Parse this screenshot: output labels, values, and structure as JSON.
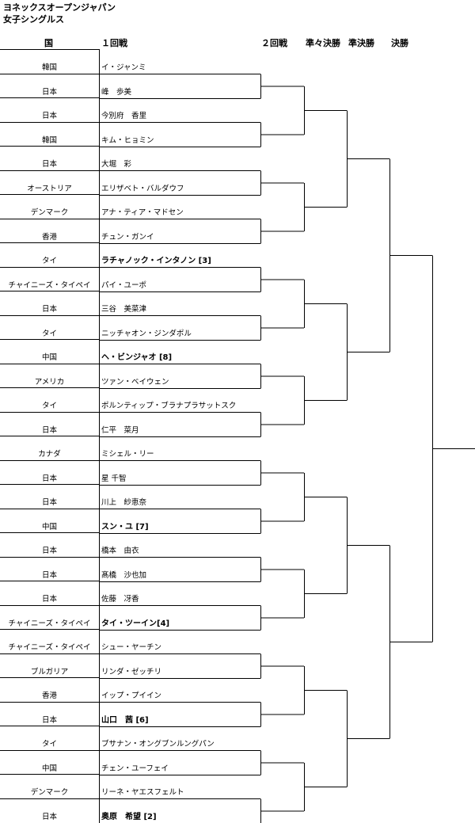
{
  "title": {
    "line1": "ヨネックスオープンジャパン",
    "line2": "女子シングルス"
  },
  "headers": {
    "country": "国",
    "round1": "１回戦",
    "round2": "２回戦",
    "quarterfinal": "準々決勝",
    "semifinal": "準決勝",
    "final": "決勝"
  },
  "entries": [
    {
      "country": "韓国",
      "player": "イ・ジャンミ",
      "seed": false
    },
    {
      "country": "日本",
      "player": "峰　歩美",
      "seed": false
    },
    {
      "country": "日本",
      "player": "今別府　香里",
      "seed": false
    },
    {
      "country": "韓国",
      "player": "キム・ヒョミン",
      "seed": false
    },
    {
      "country": "日本",
      "player": "大堀　彩",
      "seed": false
    },
    {
      "country": "オーストリア",
      "player": "エリザベト・バルダウフ",
      "seed": false
    },
    {
      "country": "デンマーク",
      "player": "アナ・ティア・マドセン",
      "seed": false
    },
    {
      "country": "香港",
      "player": "チュン・ガンイ",
      "seed": false
    },
    {
      "country": "タイ",
      "player": "ラチャノック・インタノン [3]",
      "seed": true
    },
    {
      "country": "チャイニーズ・タイペイ",
      "player": "パイ・ユーポ",
      "seed": false
    },
    {
      "country": "日本",
      "player": "三谷　美菜津",
      "seed": false
    },
    {
      "country": "タイ",
      "player": "ニッチャオン・ジンダポル",
      "seed": false
    },
    {
      "country": "中国",
      "player": "ヘ・ビンジャオ [8]",
      "seed": true
    },
    {
      "country": "アメリカ",
      "player": "ツァン・ベイウェン",
      "seed": false
    },
    {
      "country": "タイ",
      "player": "ポルンティップ・ブラナプラサットスク",
      "seed": false
    },
    {
      "country": "日本",
      "player": "仁平　菜月",
      "seed": false
    },
    {
      "country": "カナダ",
      "player": "ミシェル・リー",
      "seed": false
    },
    {
      "country": "日本",
      "player": "星 千智",
      "seed": false
    },
    {
      "country": "日本",
      "player": "川上　紗恵奈",
      "seed": false
    },
    {
      "country": "中国",
      "player": "スン・ユ [7]",
      "seed": true
    },
    {
      "country": "日本",
      "player": "橋本　由衣",
      "seed": false
    },
    {
      "country": "日本",
      "player": "髙橋　沙也加",
      "seed": false
    },
    {
      "country": "日本",
      "player": "佐藤　冴香",
      "seed": false
    },
    {
      "country": "チャイニーズ・タイペイ",
      "player": "タイ・ツーイン[4]",
      "seed": true
    },
    {
      "country": "チャイニーズ・タイペイ",
      "player": "シュー・ヤーチン",
      "seed": false
    },
    {
      "country": "ブルガリア",
      "player": "リンダ・ゼッチリ",
      "seed": false
    },
    {
      "country": "香港",
      "player": "イップ・プイイン",
      "seed": false
    },
    {
      "country": "日本",
      "player": "山口　茜 [6]",
      "seed": true
    },
    {
      "country": "タイ",
      "player": "ブサナン・オングブンルングパン",
      "seed": false
    },
    {
      "country": "中国",
      "player": "チェン・ユーフェイ",
      "seed": false
    },
    {
      "country": "デンマーク",
      "player": "リーネ・ヤエスフェルト",
      "seed": false
    },
    {
      "country": "日本",
      "player": "奥原　希望 [2]",
      "seed": true
    }
  ]
}
